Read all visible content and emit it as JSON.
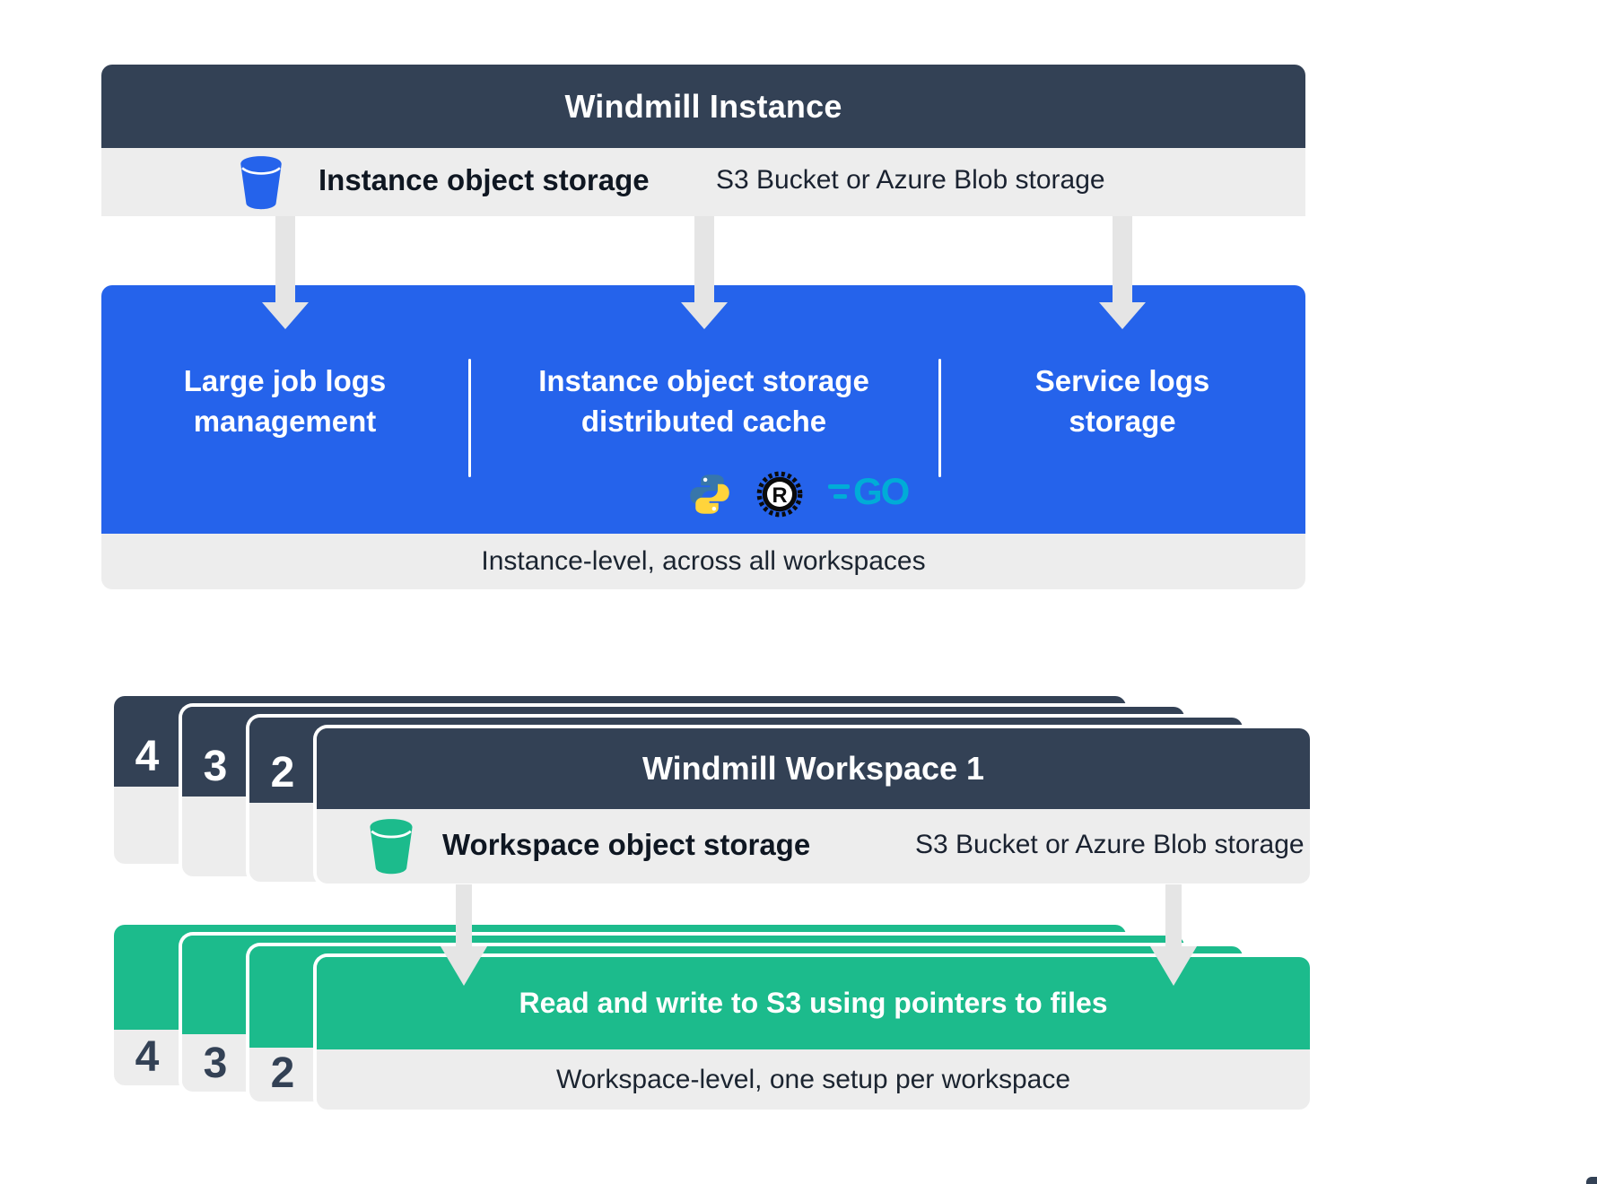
{
  "instance": {
    "title": "Windmill Instance",
    "object_storage": {
      "icon": "bucket-icon",
      "label": "Instance object storage",
      "provider": "S3 Bucket or Azure Blob storage"
    },
    "features": [
      {
        "label": "Large job logs\nmanagement"
      },
      {
        "label": "Instance object storage\ndistributed cache",
        "language_icons": [
          "python-icon",
          "rust-icon",
          "go-icon"
        ]
      },
      {
        "label": "Service logs\nstorage"
      }
    ],
    "scope_note": "Instance-level, across all workspaces"
  },
  "workspace": {
    "stack_numbers": [
      "4",
      "3",
      "2"
    ],
    "title": "Windmill Workspace 1",
    "object_storage": {
      "icon": "bucket-icon",
      "label": "Workspace object storage",
      "provider": "S3 Bucket or Azure Blob storage"
    },
    "action_label": "Read and write to S3 using pointers to files",
    "scope_note": "Workspace-level, one setup per workspace"
  },
  "icons": {
    "rust_letter": "R",
    "go_text": "GO"
  },
  "colors": {
    "navy": "#334155",
    "blue": "#2563eb",
    "green": "#1cbb8c",
    "light_gray": "#ededed",
    "arrow_gray": "#e5e5e5",
    "python_blue": "#3776ab",
    "python_yellow": "#ffd43b",
    "go_cyan": "#00acd7",
    "rust_black": "#0b0b0b"
  }
}
